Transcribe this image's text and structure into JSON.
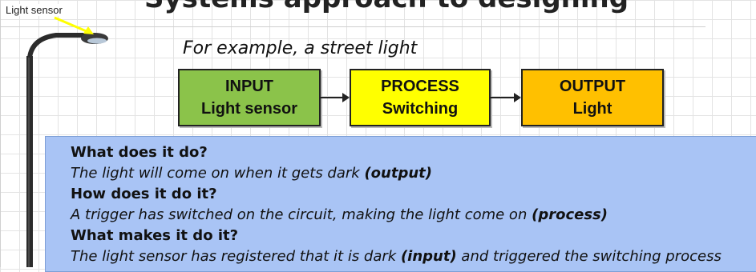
{
  "slide": {
    "title": "Systems approach to designing"
  },
  "lamp": {
    "sensor_label": "Light sensor"
  },
  "example_text": "For example, a street light",
  "blocks": [
    {
      "heading": "INPUT",
      "detail": "Light sensor",
      "color": "#8bc34a"
    },
    {
      "heading": "PROCESS",
      "detail": "Switching",
      "color": "#ffff00"
    },
    {
      "heading": "OUTPUT",
      "detail": "Light",
      "color": "#ffc000"
    }
  ],
  "qa": [
    {
      "question": "What does it do?",
      "answer": "The light will come on when it gets dark",
      "answer_tag": "(output)"
    },
    {
      "question": "How does it do it?",
      "answer": "A trigger has switched on the circuit, making the light come on",
      "answer_tag": "(process)"
    },
    {
      "question": "What makes it do it?",
      "answer": "The light sensor has registered that it is dark",
      "answer_tag": "(input)",
      "answer_tail": "and triggered the switching process"
    }
  ],
  "colors": {
    "info_background": "#a9c4f5",
    "pointer_arrow": "#ffff00"
  }
}
